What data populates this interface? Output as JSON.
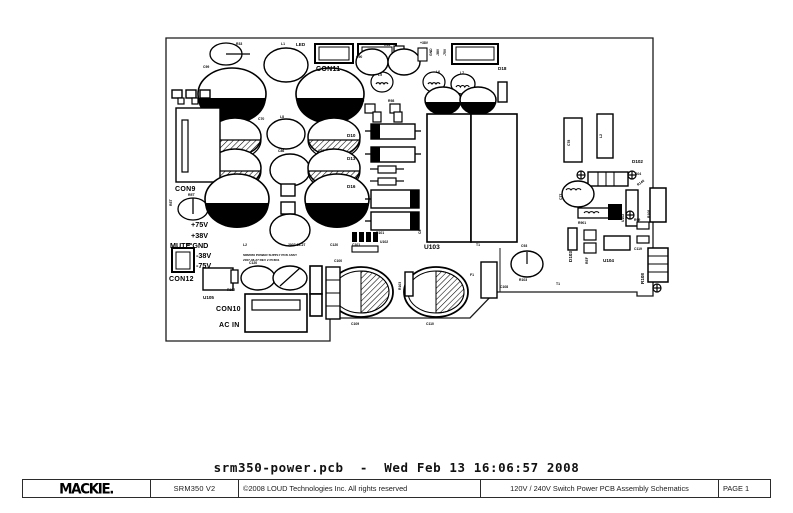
{
  "document": {
    "title_line": "srm350-power.pcb  -  Wed Feb 13 16:06:57 2008",
    "filename": "srm350-power.pcb",
    "date": "Wed Feb 13 16:06:57 2008"
  },
  "title_block": {
    "logo": "MACKIE.",
    "model": "SRM350 V2",
    "copyright": "©2008 LOUD Technologies Inc. All rights reserved",
    "description": "120V / 240V Switch Power PCB Assembly Schematics",
    "page": "PAGE 1"
  },
  "board": {
    "connectors": [
      {
        "id": "CON11",
        "label": "CON11"
      },
      {
        "id": "CON1",
        "label": "CON1"
      },
      {
        "id": "CON9",
        "label": "CON9"
      },
      {
        "id": "CON12",
        "label": "CON12"
      },
      {
        "id": "CON10",
        "label": "CON10"
      },
      {
        "id": "CON10-note",
        "label": "AC IN"
      }
    ],
    "power_rails": [
      {
        "label": "+75V"
      },
      {
        "label": "+38V"
      },
      {
        "label": "MUTE GND"
      },
      {
        "label": "-38V"
      },
      {
        "label": "-75V"
      }
    ],
    "ics": [
      {
        "id": "U103",
        "label": "U103"
      },
      {
        "id": "U104",
        "label": "U104"
      },
      {
        "id": "U105",
        "label": "U105"
      },
      {
        "id": "U102",
        "label": "U102"
      }
    ],
    "diodes": [
      {
        "id": "D10",
        "label": "D10"
      },
      {
        "id": "D13",
        "label": "D13"
      },
      {
        "id": "D16",
        "label": "D16"
      },
      {
        "id": "D17",
        "label": "D17"
      },
      {
        "id": "D18",
        "label": "D18"
      },
      {
        "id": "D102",
        "label": "D102"
      },
      {
        "id": "D103",
        "label": "D103"
      }
    ],
    "inductors": [
      {
        "id": "L1",
        "label": "L1"
      },
      {
        "id": "L2",
        "label": "L2"
      },
      {
        "id": "L3",
        "label": "L3"
      },
      {
        "id": "L4",
        "label": "L4"
      },
      {
        "id": "L5",
        "label": "L5"
      },
      {
        "id": "L6",
        "label": "L6"
      },
      {
        "id": "L7",
        "label": "L7"
      },
      {
        "id": "L8",
        "label": "L8"
      }
    ],
    "capacitors": [
      {
        "id": "C66",
        "label": "C66"
      },
      {
        "id": "C68",
        "label": "C68"
      },
      {
        "id": "C70",
        "label": "C70"
      },
      {
        "id": "C75",
        "label": "C75"
      },
      {
        "id": "C82",
        "label": "C82"
      },
      {
        "id": "C83",
        "label": "C83"
      },
      {
        "id": "C86",
        "label": "C86"
      },
      {
        "id": "C87",
        "label": "C87"
      },
      {
        "id": "C90",
        "label": "C90"
      },
      {
        "id": "C99",
        "label": "C99"
      },
      {
        "id": "C100",
        "label": "C100"
      },
      {
        "id": "C101",
        "label": "C101"
      },
      {
        "id": "C103",
        "label": "C103"
      },
      {
        "id": "C106",
        "label": "C106"
      },
      {
        "id": "C118",
        "label": "C118"
      },
      {
        "id": "C119",
        "label": "C119"
      },
      {
        "id": "C120",
        "label": "C120"
      }
    ],
    "resistors": [
      {
        "id": "R33",
        "label": "R33"
      },
      {
        "id": "R44",
        "label": "R44"
      },
      {
        "id": "R98",
        "label": "R98"
      },
      {
        "id": "R99",
        "label": "R99"
      },
      {
        "id": "R100",
        "label": "R100"
      },
      {
        "id": "R101",
        "label": "R101"
      },
      {
        "id": "R102",
        "label": "R102"
      },
      {
        "id": "R103",
        "label": "R103"
      },
      {
        "id": "R104",
        "label": "R104"
      },
      {
        "id": "R108",
        "label": "R108"
      },
      {
        "id": "R140",
        "label": "R140"
      }
    ],
    "misc_labels": [
      {
        "label": "LED"
      },
      {
        "label": "RET"
      },
      {
        "label": "F1"
      },
      {
        "label": "T1"
      },
      {
        "label": "SW1"
      }
    ],
    "silkscreen_text": [
      "SRM350 POWER SUPPLY PCB ASSY",
      "2007-08-27  REV 2  PCB01"
    ]
  },
  "colors": {
    "ink": "#000000",
    "paper": "#ffffff",
    "outline": "#1a1a1a",
    "frame": "#2b2b2b"
  }
}
